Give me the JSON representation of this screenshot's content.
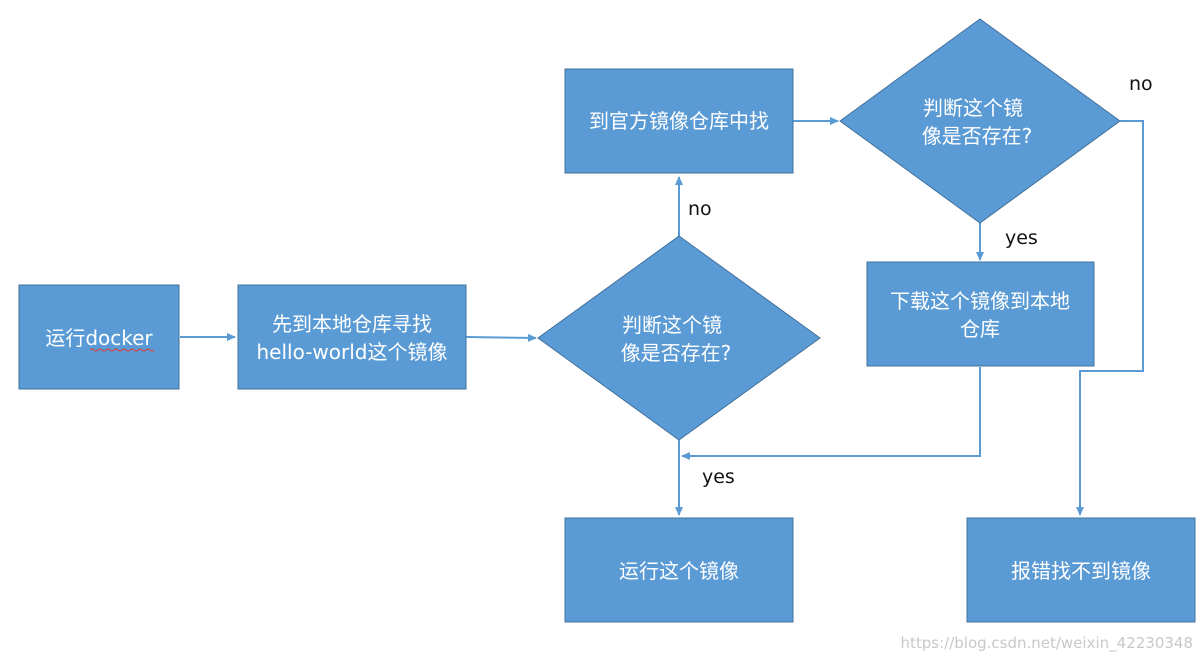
{
  "colors": {
    "node_fill": "#5b9bd5",
    "node_border": "#41719c",
    "node_text": "#ffffff",
    "edge": "#5b9bd5",
    "label_text": "#111111",
    "watermark": "#c8c8c8",
    "spellcheck_underline": "#e03c31"
  },
  "nodes": {
    "run_docker": {
      "line1": "运行docker"
    },
    "search_local": {
      "line1": "先到本地仓库寻找",
      "line2": "hello-world这个镜像"
    },
    "exists_local": {
      "line1": "判断这个镜",
      "line2": "像是否存在?"
    },
    "search_official": {
      "line1": "到官方镜像仓库中找"
    },
    "exists_official": {
      "line1": "判断这个镜",
      "line2": "像是否存在?"
    },
    "download": {
      "line1": "下载这个镜像到本地",
      "line2": "仓库"
    },
    "run_image": {
      "line1": "运行这个镜像"
    },
    "error": {
      "line1": "报错找不到镜像"
    }
  },
  "edge_labels": {
    "local_no": "no",
    "local_yes": "yes",
    "official_yes": "yes",
    "official_no": "no"
  },
  "watermark": "https://blog.csdn.net/weixin_42230348"
}
